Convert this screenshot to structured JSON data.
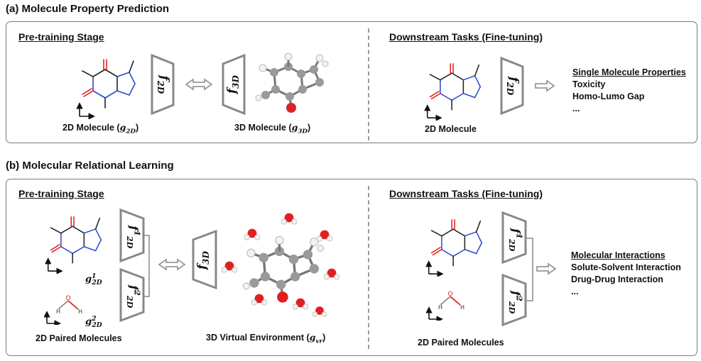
{
  "section_a": {
    "title": "(a) Molecule Property Prediction",
    "pretrain": {
      "title": "Pre-training Stage",
      "mol2d_caption_prefix": "2D Molecule (",
      "mol2d_caption_sym": "g",
      "mol2d_caption_sub": "2D",
      "mol2d_caption_suffix": ")",
      "mol3d_caption_prefix": "3D Molecule (",
      "mol3d_caption_sym": "g",
      "mol3d_caption_sub": "3D",
      "mol3d_caption_suffix": ")",
      "encoder_2d": "f",
      "encoder_2d_sub": "2D",
      "encoder_3d": "f",
      "encoder_3d_sub": "3D"
    },
    "downstream": {
      "title": "Downstream Tasks (Fine-tuning)",
      "mol_caption": "2D Molecule",
      "encoder": "f",
      "encoder_sub": "2D",
      "list_header": "Single Molecule Properties",
      "list_items": [
        "Toxicity",
        "Homo-Lumo Gap",
        "..."
      ]
    }
  },
  "section_b": {
    "title": "(b) Molecular Relational Learning",
    "pretrain": {
      "title": "Pre-training Stage",
      "pair_caption": "2D Paired Molecules",
      "env_caption_prefix": "3D Virtual Environment (",
      "env_caption_sym": "g",
      "env_caption_sub": "vr",
      "env_caption_suffix": ")",
      "mol1_label_sym": "g",
      "mol1_label_sup": "1",
      "mol1_label_sub": "2D",
      "mol2_label_sym": "g",
      "mol2_label_sup": "2",
      "mol2_label_sub": "2D",
      "encoder_1": "f",
      "encoder_1_sup": "1",
      "encoder_1_sub": "2D",
      "encoder_2": "f",
      "encoder_2_sup": "2",
      "encoder_2_sub": "2D",
      "encoder_3d": "f",
      "encoder_3d_sub": "3D"
    },
    "downstream": {
      "title": "Downstream Tasks (Fine-tuning)",
      "pair_caption": "2D Paired Molecules",
      "encoder_1": "f",
      "encoder_1_sup": "1",
      "encoder_1_sub": "2D",
      "encoder_2": "f",
      "encoder_2_sup": "2",
      "encoder_2_sub": "2D",
      "list_header": "Molecular Interactions",
      "list_items": [
        "Solute-Solvent Interaction",
        "Drug-Drug Interaction",
        "..."
      ]
    }
  },
  "colors": {
    "encoder_fill": "#ffffff",
    "encoder_stroke": "#888888",
    "arrow": "#999999",
    "atom_carbon": "#9a9a9a",
    "atom_oxygen": "#e02020",
    "atom_hydrogen": "#f2f2f2",
    "atom_nitrogen": "#6a8fd8",
    "bond_2d": "#222222",
    "bond_2d_nitrogen": "#2a4ad0",
    "bond_2d_oxygen": "#e02020"
  }
}
